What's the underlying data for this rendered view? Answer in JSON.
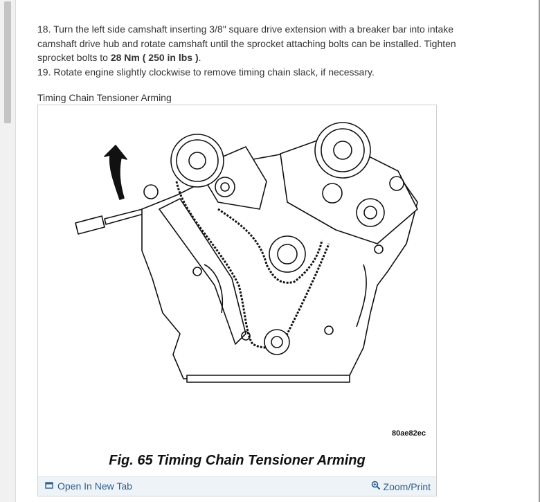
{
  "instructions": {
    "step18_text": "18. Turn the left side camshaft inserting 3/8\" square drive extension with a breaker bar into intake camshaft drive hub and rotate camshaft until the sprocket attaching bolts can be installed. Tighten sprocket bolts to ",
    "step18_torque": "28 Nm ( 250 in lbs )",
    "step18_end": ".",
    "step19_text": "19. Rotate engine slightly clockwise to remove timing chain slack, if necessary."
  },
  "figure": {
    "caption": "Timing Chain Tensioner Arming",
    "image_code": "80ae82ec",
    "title": "Fig. 65 Timing Chain Tensioner Arming",
    "open_label": "Open In New Tab",
    "zoom_label": "Zoom/Print"
  },
  "icons": {
    "open": "open-in-new-tab-icon",
    "zoom": "zoom-icon"
  },
  "colors": {
    "link": "#2f5e8c",
    "footer_bg": "#eef3f8"
  }
}
